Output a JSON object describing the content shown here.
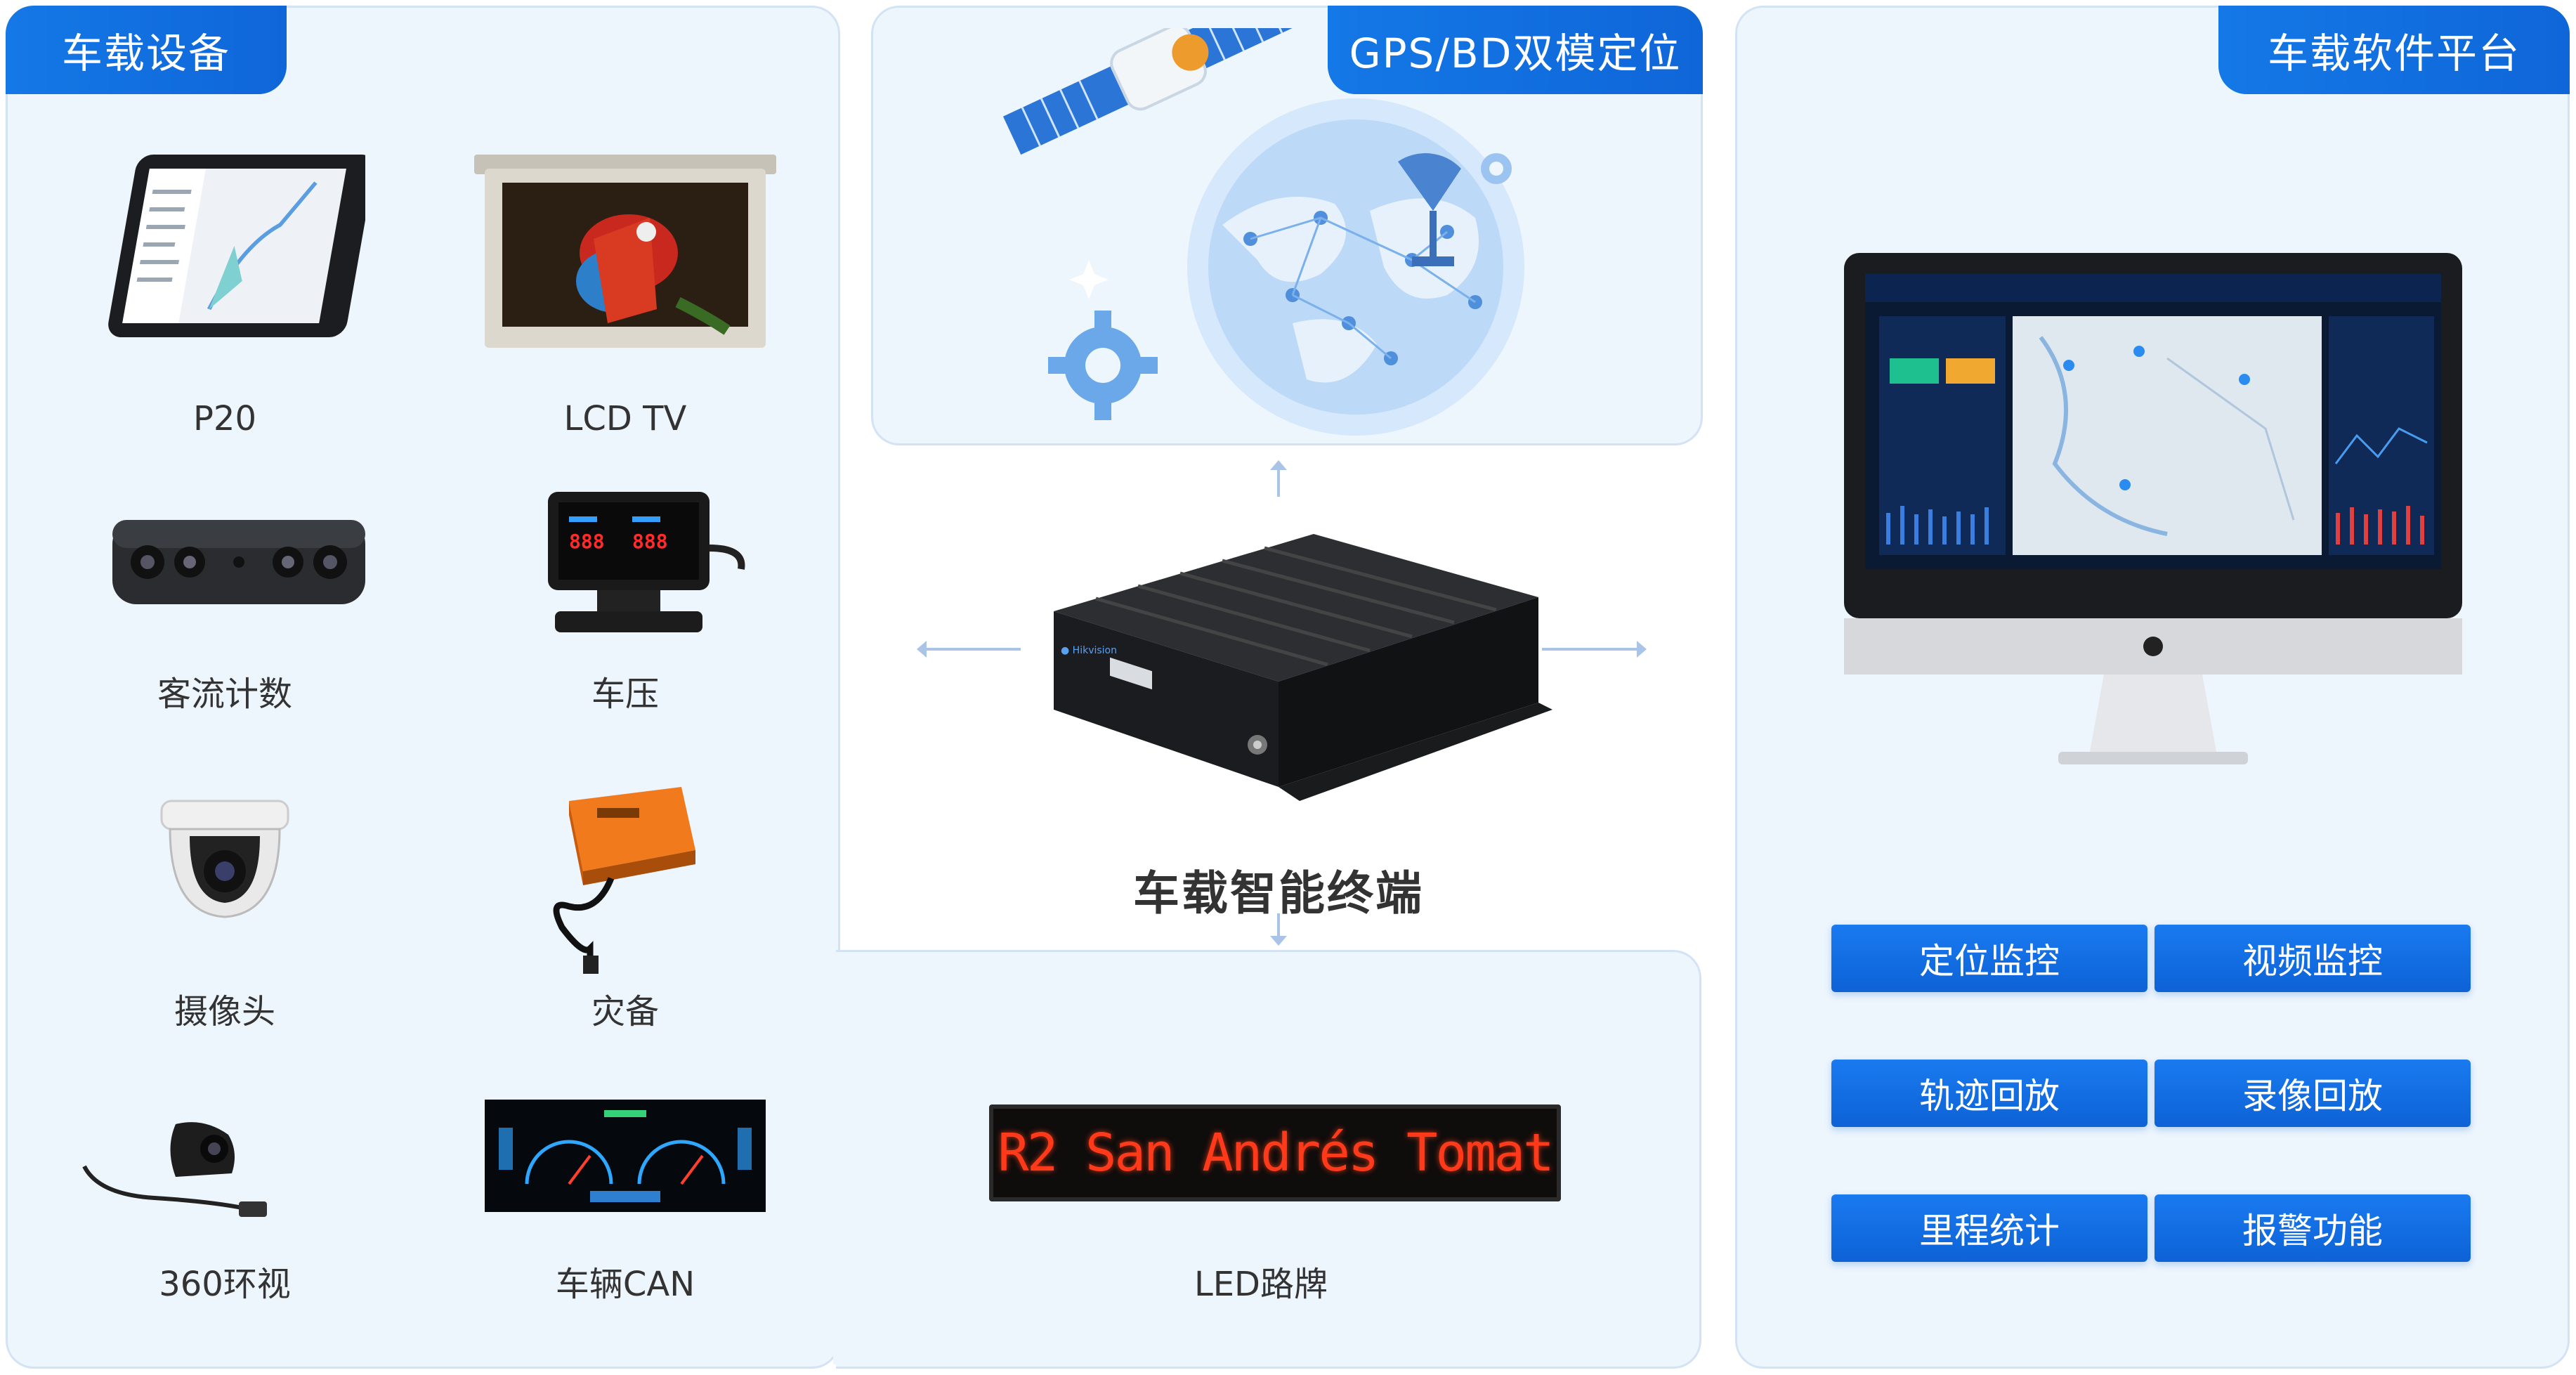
{
  "left_panel": {
    "title": "车载设备",
    "devices": [
      {
        "icon": "tablet-icon",
        "label": "P20"
      },
      {
        "icon": "lcd-tv-icon",
        "label": "LCD TV"
      },
      {
        "icon": "passenger-counter-icon",
        "label": "客流计数"
      },
      {
        "icon": "tire-pressure-icon",
        "label": "车压"
      },
      {
        "icon": "dome-camera-icon",
        "label": "摄像头"
      },
      {
        "icon": "black-box-icon",
        "label": "灾备"
      },
      {
        "icon": "surround-camera-icon",
        "label": "360环视"
      },
      {
        "icon": "dashboard-icon",
        "label": "车辆CAN"
      }
    ],
    "led": {
      "label": "LED路牌",
      "text": "R2 San Andrés Tomat"
    }
  },
  "gps_panel": {
    "title": "GPS/BD双模定位"
  },
  "center": {
    "label": "车载智能终端"
  },
  "right_panel": {
    "title": "车载软件平台",
    "functions": [
      "定位监控",
      "视频监控",
      "轨迹回放",
      "录像回放",
      "里程统计",
      "报警功能"
    ]
  },
  "colors": {
    "accent": "#1478e6",
    "panel_bg": "#edf5fd",
    "border": "#d3e3f5",
    "led_red": "#ff3a1a"
  }
}
